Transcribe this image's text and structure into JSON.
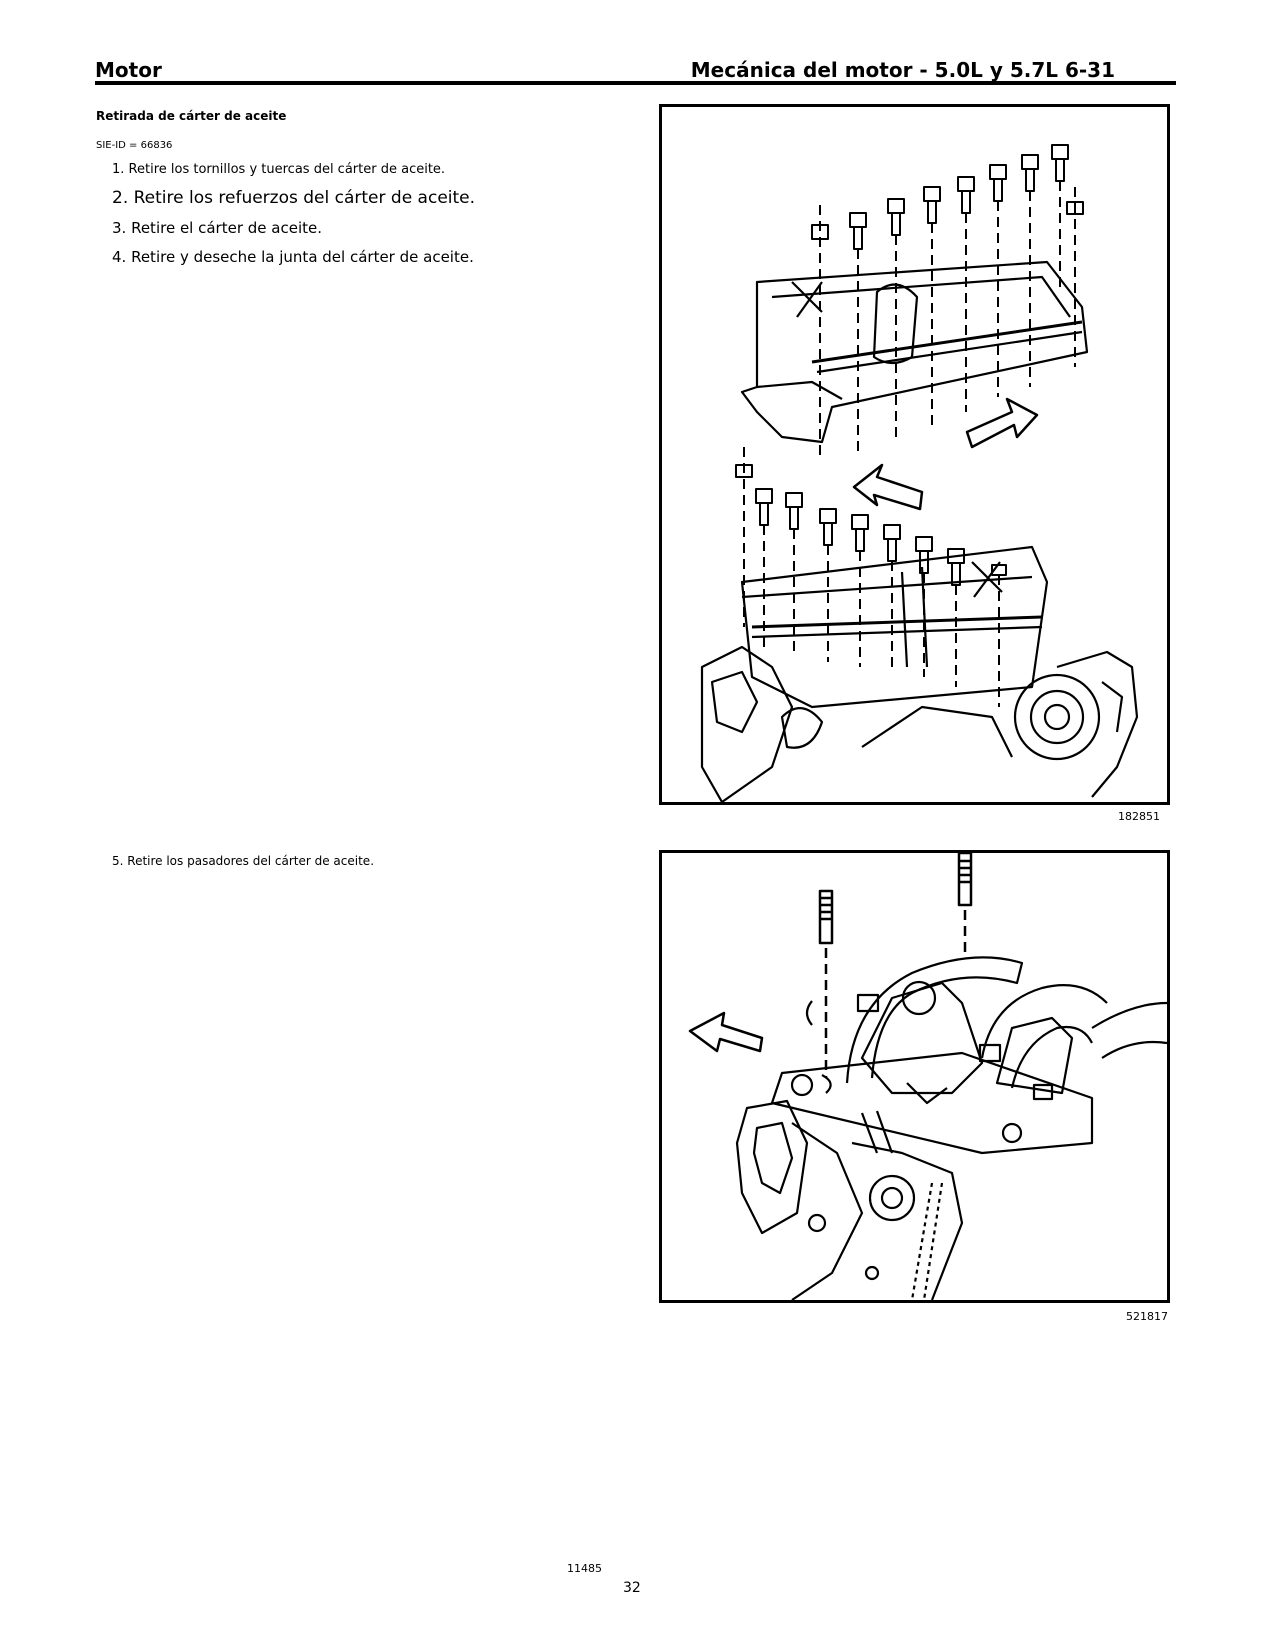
{
  "header": {
    "left": "Motor",
    "right": "Mecánica del motor - 5.0L y 5.7L 6-31"
  },
  "section": {
    "title": "Retirada de cárter de aceite",
    "sie_id": "SIE-ID = 66836"
  },
  "steps": [
    "1. Retire los tornillos y tuercas del cárter de aceite.",
    "2. Retire los refuerzos del cárter de aceite.",
    "3. Retire el cárter de aceite.",
    "4. Retire y deseche la junta del cárter de aceite.",
    "5. Retire los pasadores del cárter de aceite."
  ],
  "figures": [
    {
      "id": "182851"
    },
    {
      "id": "521817"
    }
  ],
  "footer": {
    "code": "11485",
    "page": "32"
  }
}
